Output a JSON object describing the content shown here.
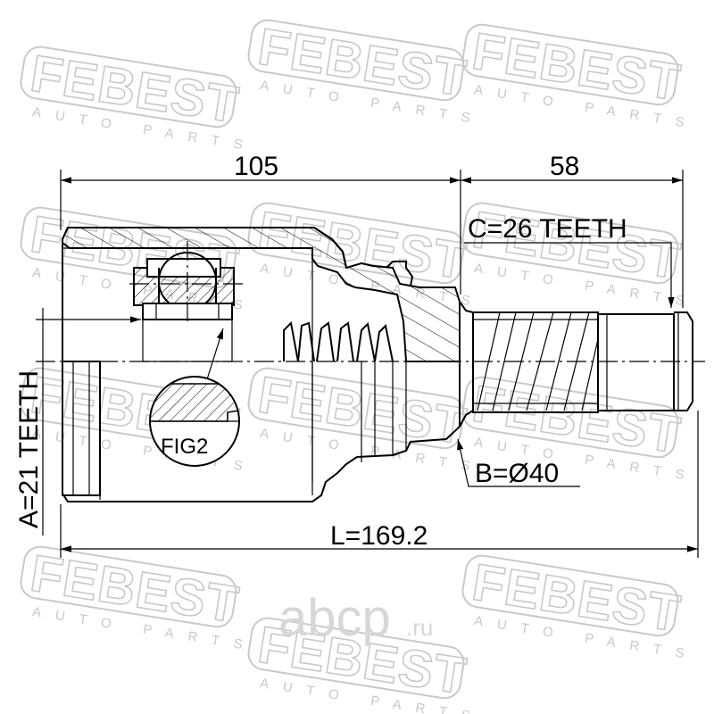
{
  "watermark": {
    "brand": "FEBEST",
    "sub": "AUTO PARTS",
    "site_main": "abcp",
    "site_tld": ".ru"
  },
  "dimensions": {
    "housing_length": "105",
    "shaft_length": "58",
    "outer_teeth": "C=26 TEETH",
    "inner_teeth": "A=21 TEETH",
    "abs_diameter": "B=Ø40",
    "total_length": "L=169.2"
  },
  "callout": {
    "figure_label": "FIG2"
  }
}
